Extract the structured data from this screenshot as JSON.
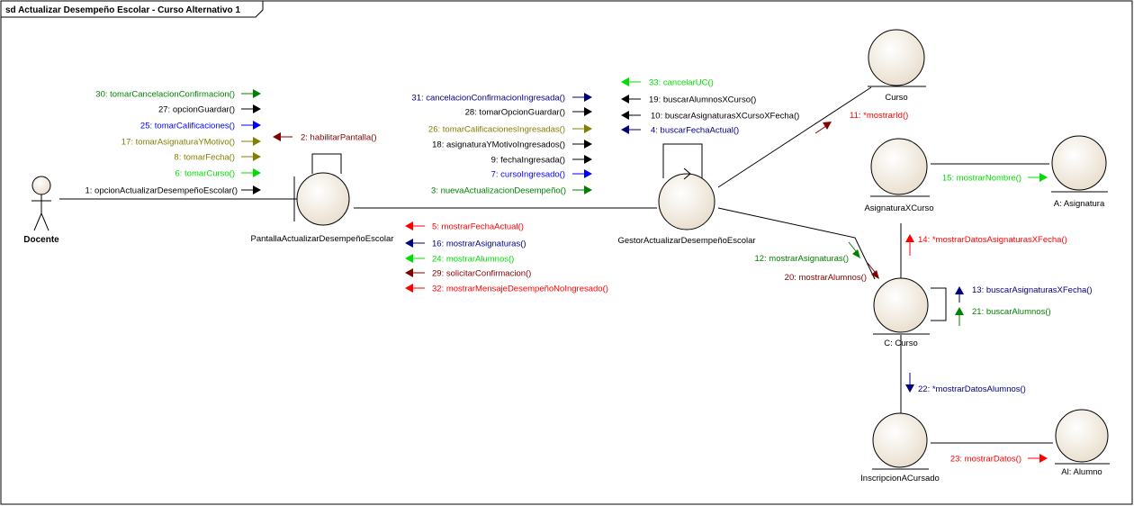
{
  "frame": {
    "title": "sd Actualizar Desempeño Escolar - Curso Alternativo 1"
  },
  "colors": {
    "black": "#000000",
    "dark_red": "#800000",
    "red": "#ff0000",
    "green": "#008000",
    "lime": "#00dd00",
    "olive": "#808000",
    "navy": "#000080",
    "blue": "#0000ff",
    "lifeline_fill": "#eee5d8"
  },
  "participants": {
    "docente": "Docente",
    "pantalla": "PantallaActualizarDesempeñoEscolar",
    "gestor": "GestorActualizarDesempeñoEscolar",
    "curso": "Curso",
    "asignatura_x_curso": "AsignaturaXCurso",
    "a_asignatura": "A: Asignatura",
    "c_curso": "C: Curso",
    "inscripcion": "InscripcionACursado",
    "al_alumno": "Al: Alumno"
  },
  "messages": {
    "m30": "30: tomarCancelacionConfirmacion()",
    "m27": "27: opcionGuardar()",
    "m25": "25: tomarCalificaciones()",
    "m17": "17: tomarAsignaturaYMotivo()",
    "m8": "8: tomarFecha()",
    "m6": "6: tomarCurso()",
    "m1": "1: opcionActualizarDesempeñoEscolar()",
    "m2": "2: habilitarPantalla()",
    "m31": "31: cancelacionConfirmacionIngresada()",
    "m28": "28: tomarOpcionGuardar()",
    "m26": "26: tomarCalificacionesIngresadas()",
    "m18": "18: asignaturaYMotivoIngresados()",
    "m9": "9: fechaIngresada()",
    "m7": "7: cursoIngresado()",
    "m3": "3: nuevaActualizacionDesempeño()",
    "m5": "5: mostrarFechaActual()",
    "m16": "16: mostrarAsignaturas()",
    "m24": "24: mostrarAlumnos()",
    "m29": "29: solicitarConfirmacion()",
    "m32": "32: mostrarMensajeDesempeñoNoIngresado()",
    "m33": "33: cancelarUC()",
    "m19": "19: buscarAlumnosXCurso()",
    "m10": "10: buscarAsignaturasXCursoXFecha()",
    "m4": "4: buscarFechaActual()",
    "m11": "11: *mostrarId()",
    "m15": "15: mostrarNombre()",
    "m14": "14: *mostrarDatosAsignaturasXFecha()",
    "m12": "12: mostrarAsignaturas()",
    "m20": "20: mostrarAlumnos()",
    "m13": "13: buscarAsignaturasXFecha()",
    "m21": "21: buscarAlumnos()",
    "m22": "22: *mostrarDatosAlumnos()",
    "m23": "23: mostrarDatos()"
  }
}
